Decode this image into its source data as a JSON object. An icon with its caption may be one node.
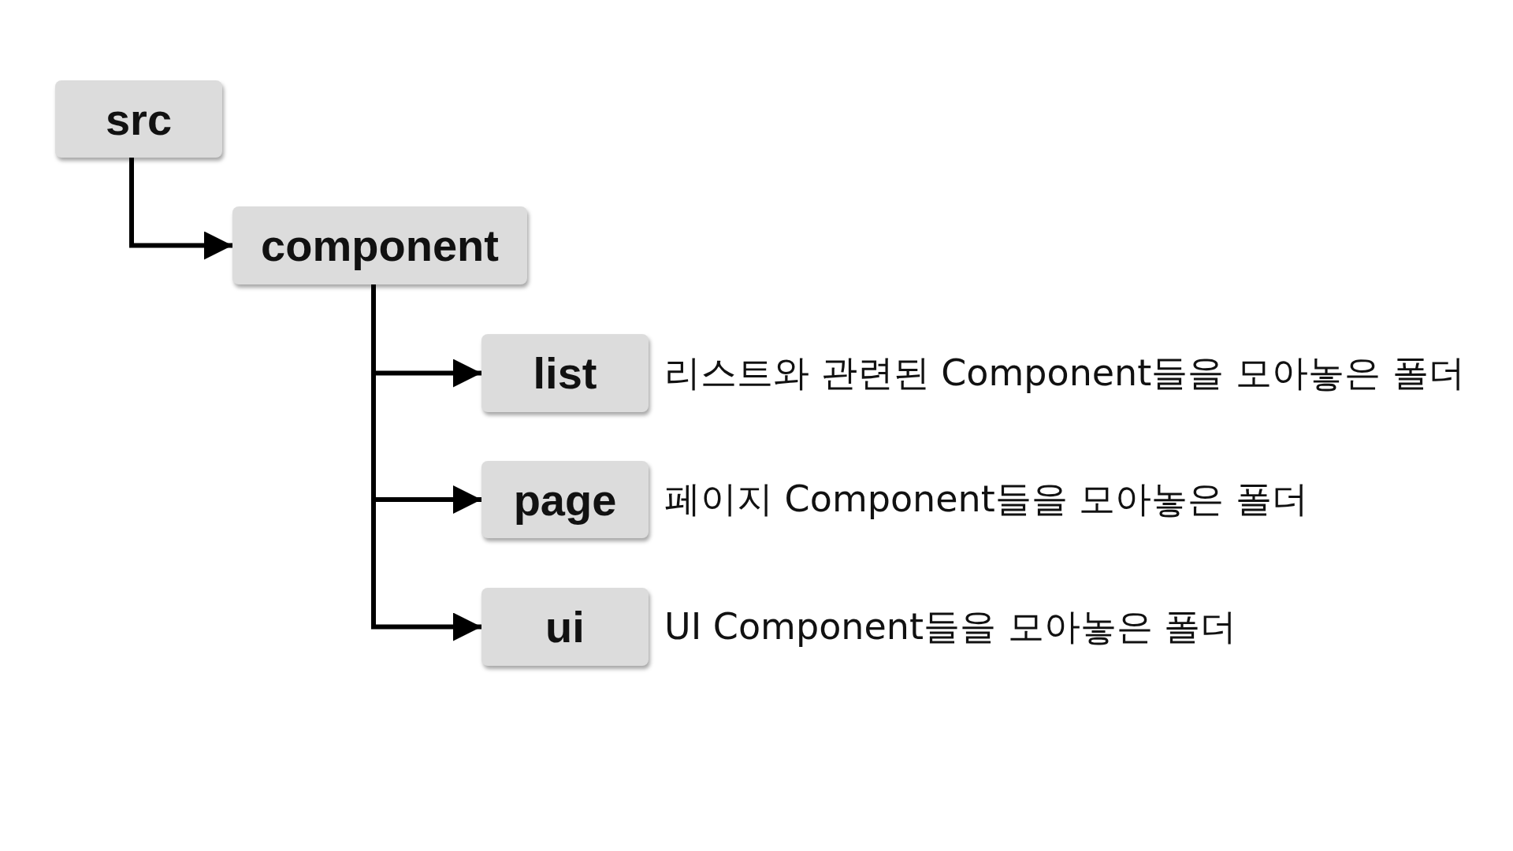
{
  "diagram": {
    "nodes": [
      {
        "text": [
          "src"
        ]
      },
      {
        "text": [
          "component"
        ]
      },
      {
        "text": [
          "list"
        ],
        "beside": [
          "리스트와 관련된 Component들을 모아놓은 폴더"
        ]
      },
      {
        "text": [
          "page"
        ],
        "beside": [
          "페이지 Component들을 모아놓은 폴더"
        ]
      },
      {
        "text": [
          "ui"
        ],
        "beside": [
          "UI Component들을 모아놓은 폴더"
        ]
      }
    ],
    "edges": [
      {
        "from": 0,
        "to": 1,
        "arrow": "to"
      },
      {
        "from": 1,
        "to": 2,
        "arrow": "to"
      },
      {
        "from": 1,
        "to": 3,
        "arrow": "to"
      },
      {
        "from": 1,
        "to": 4,
        "arrow": "to"
      }
    ]
  }
}
